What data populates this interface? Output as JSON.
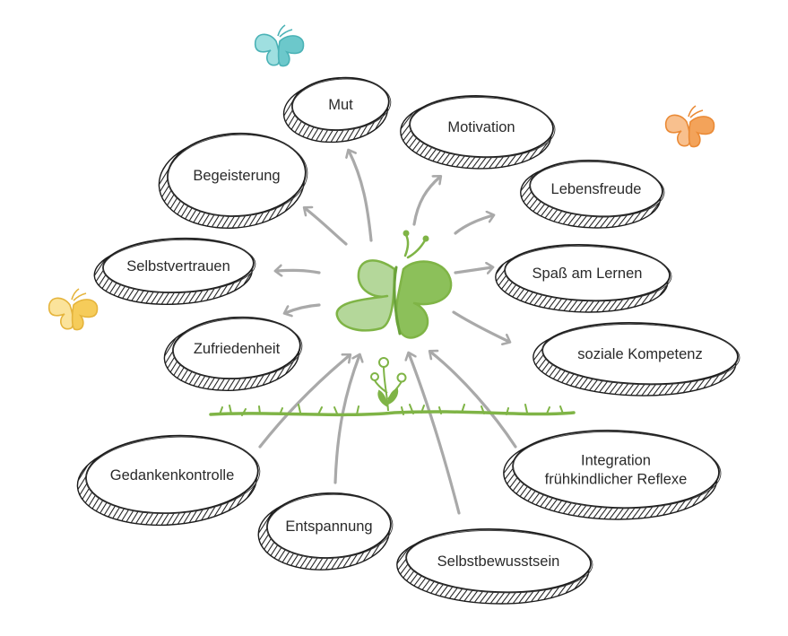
{
  "diagram": {
    "center": {
      "icon": "green-butterfly-icon",
      "color": "#8cc05a"
    },
    "ground": {
      "icon": "grass-with-flower",
      "color": "#7fb446"
    },
    "outputs_label": "stones pointed to by outward arrows",
    "outputs": [
      {
        "id": "mut",
        "lines": [
          "Mut"
        ]
      },
      {
        "id": "motivation",
        "lines": [
          "Motivation"
        ]
      },
      {
        "id": "begeisterung",
        "lines": [
          "Begeisterung"
        ]
      },
      {
        "id": "lebensfreude",
        "lines": [
          "Lebensfreude"
        ]
      },
      {
        "id": "selbstvertrauen",
        "lines": [
          "Selbstvertrauen"
        ]
      },
      {
        "id": "spass",
        "lines": [
          "Spaß am Lernen"
        ]
      },
      {
        "id": "zufriedenheit",
        "lines": [
          "Zufriedenheit"
        ]
      },
      {
        "id": "sozial",
        "lines": [
          "soziale Kompetenz"
        ]
      }
    ],
    "inputs": [
      {
        "id": "gedanken",
        "lines": [
          "Gedankenkontrolle"
        ]
      },
      {
        "id": "entspannung",
        "lines": [
          "Entspannung"
        ]
      },
      {
        "id": "selbstbewusstsein",
        "lines": [
          "Selbstbewusstsein"
        ]
      },
      {
        "id": "integration",
        "lines": [
          "Integration",
          "frühkindlicher Reflexe"
        ]
      }
    ],
    "decor_butterflies": [
      {
        "id": "blue",
        "color": "#5cc0c4"
      },
      {
        "id": "orange",
        "color": "#f3a35a"
      },
      {
        "id": "yellow",
        "color": "#f6cc5a"
      }
    ]
  }
}
